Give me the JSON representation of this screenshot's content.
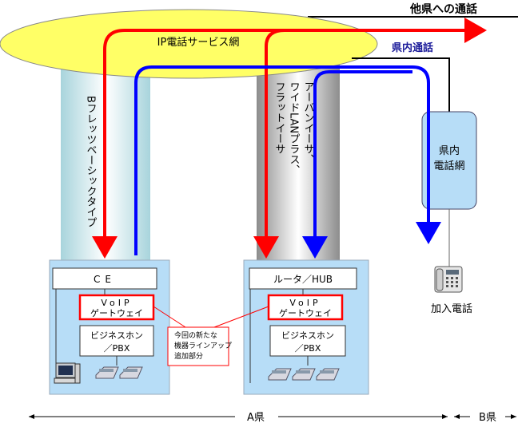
{
  "title_other_pref": "他県への通話",
  "title_in_pref": "県内通話",
  "ip_network_label": "IP電話サービス網",
  "left_pipe_label": "Bフレッツベーシックタイプ",
  "right_pipe_label": [
    "アーバンイーサ、",
    "ワイドLANプラス、",
    "フラットイーサ"
  ],
  "pref_network_label": [
    "県内",
    "電話網"
  ],
  "subscriber_phone_label": "加入電話",
  "left_site": {
    "router_label": "CE",
    "gateway_label": [
      "VoIP",
      "ゲートウェイ"
    ],
    "pbx_label": [
      "ビジネスホン",
      "／PBX"
    ]
  },
  "right_site": {
    "router_label": "ルータ／HUB",
    "gateway_label": [
      "VoIP",
      "ゲートウェイ"
    ],
    "pbx_label": [
      "ビジネスホン",
      "／PBX"
    ]
  },
  "callout_text": [
    "今回の新たな",
    "機器ラインアップ",
    "追加部分"
  ],
  "prefecture_a": "A県",
  "prefecture_b": "B県",
  "colors": {
    "ellipse_fill": "#FFFF66",
    "site_fill": "#B7DDF7",
    "red_route": "#FF0000",
    "blue_route": "#0000FF",
    "in_pref_text": "#1A1A99"
  }
}
